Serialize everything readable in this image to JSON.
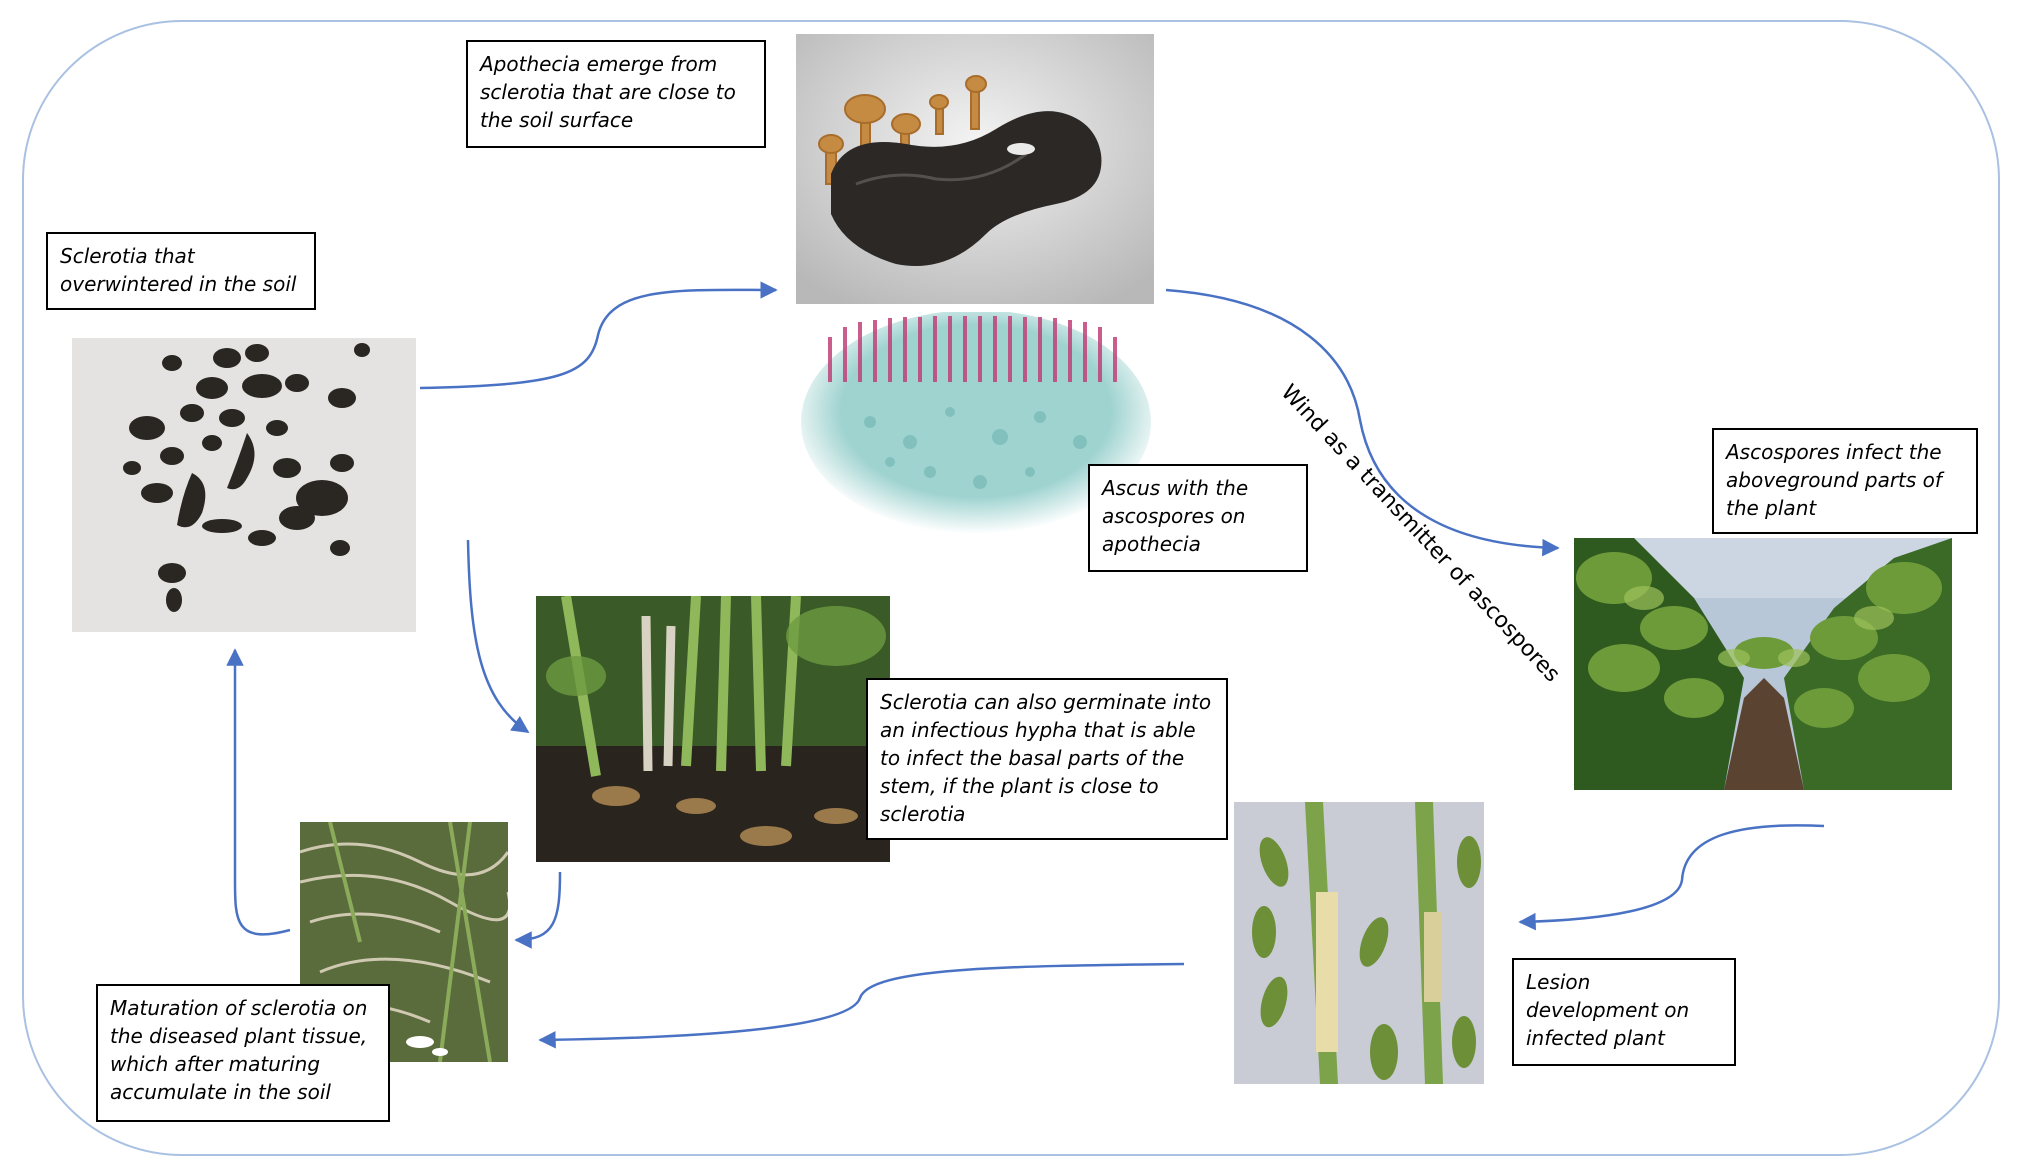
{
  "diagram": {
    "frame_color": "#a9c1e2",
    "arrow_color": "#4a72c4",
    "labels": {
      "sclerotia_overwintered": "Sclerotia that\noverwintered in the soil",
      "apothecia_emerge": "Apothecia emerge from\nsclerotia that are close to\nthe soil surface",
      "ascus": "Ascus with the\nascospores on\napothecia",
      "wind": "Wind as a transmitter of ascospores",
      "ascospores_infect": "Ascospores infect the\naboveground parts of\nthe plant",
      "germinate_hypha": "Sclerotia can also germinate into\nan infectious hypha that is able\nto infect the basal parts of the\nstem, if the plant is close to\nsclerotia",
      "lesion": "Lesion\ndevelopment on\ninfected plant",
      "maturation": "Maturation of sclerotia on\nthe diseased plant tissue,\nwhich after maturing\naccumulate in the soil"
    },
    "images": {
      "sclerotia": "sclerotia-photo",
      "apothecia": "apothecia-photo",
      "ascus": "ascus-micrograph",
      "soybean_field": "soybean-field-photo",
      "infected_stems": "infected-stems-photo",
      "lesion": "lesion-stem-photo",
      "diseased_tissue": "diseased-tissue-photo"
    }
  }
}
